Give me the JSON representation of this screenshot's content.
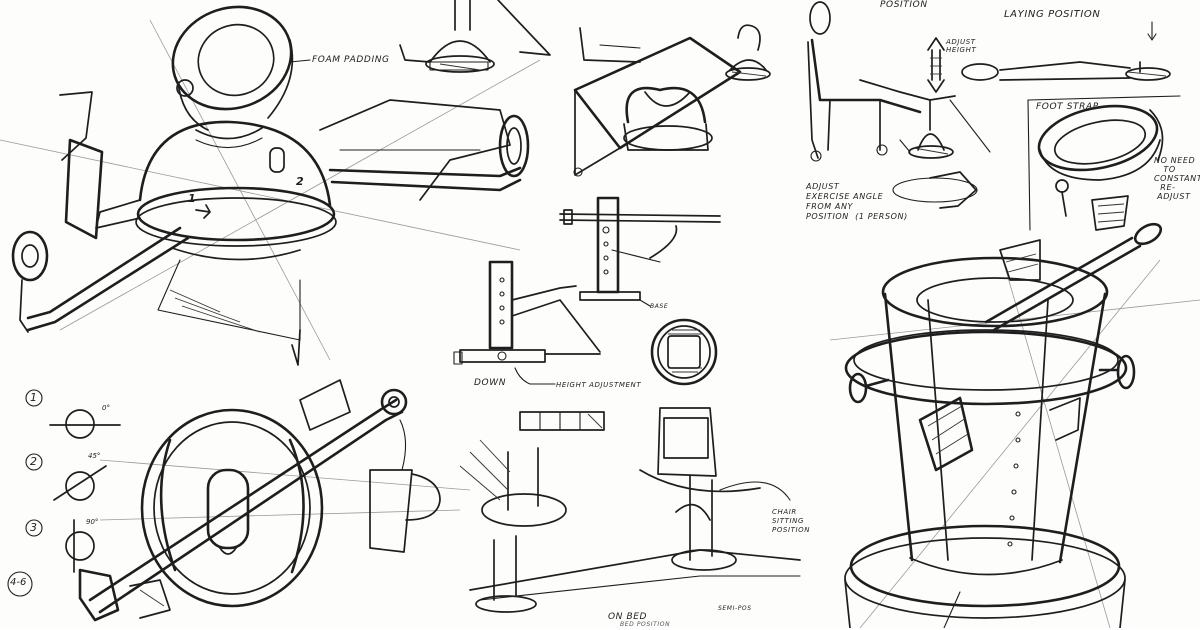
{
  "labels": {
    "position_top": "POSITION",
    "laying_position": "LAYING POSITION",
    "foam_padding": "FOAM PADDING",
    "adjust_height": "ADJUST\nHEIGHT",
    "foot_strap": "FOOT STRAP",
    "no_need_to_readjust": "NO NEED\n   TO\nCONSTANTLY\n  RE-\n ADJUST",
    "adjust_exercise_angle": "ADJUST\nEXERCISE ANGLE\nFROM ANY\nPOSITION  (1 PERSON)",
    "base": "BASE",
    "down": "DOWN",
    "height_adjustment": "HEIGHT ADJUSTMENT",
    "sitting_position": "CHAIR\nSITTING\nPOSITION",
    "on_bed": "ON BED",
    "bed_position": "BED POSITION",
    "semi_pos": "SEMI-POS"
  },
  "angle_steps": [
    {
      "number": "1",
      "angle": "0°"
    },
    {
      "number": "2",
      "angle": "45°"
    },
    {
      "number": "3",
      "angle": "90°"
    },
    {
      "number": "4-6",
      "angle": ""
    }
  ],
  "dial_marks": {
    "one": "1",
    "two": "2"
  }
}
